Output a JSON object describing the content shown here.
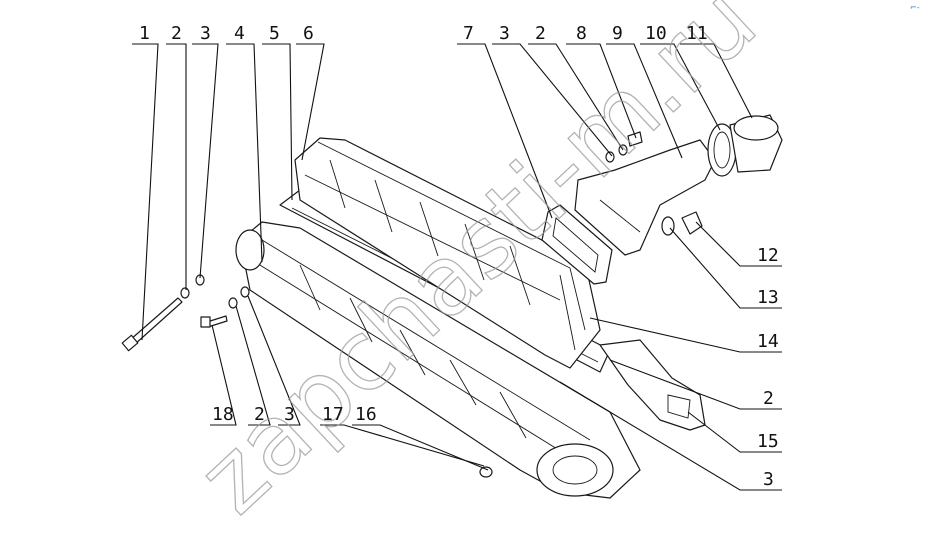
{
  "watermark": "zapchasti-m.ru",
  "callouts_top_left": [
    "1",
    "2",
    "3",
    "4",
    "5",
    "6"
  ],
  "callouts_top_right": [
    "7",
    "3",
    "2",
    "8",
    "9",
    "10",
    "11"
  ],
  "callouts_right": [
    "12",
    "13",
    "14",
    "2",
    "15",
    "3"
  ],
  "callouts_bottom_left": [
    "18",
    "2",
    "3",
    "17",
    "16"
  ],
  "corner_mark": "⌐-"
}
